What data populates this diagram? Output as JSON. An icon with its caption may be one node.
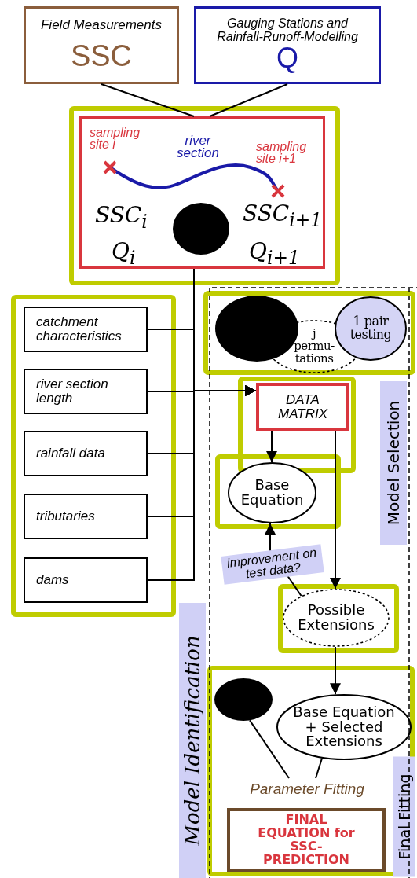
{
  "diagram": {
    "nodes": [
      {
        "text": [
          "Field Measurements",
          "SSC"
        ]
      },
      {
        "text": [
          "Gauging Stations and Rainfall-Runoff-Modelling",
          "Q"
        ]
      },
      {
        "text": [],
        "shape": "box"
      },
      {
        "text": [
          "sampling site i",
          "river section",
          "sampling site i+1",
          "SSC$_{i}$",
          "Q$_{i}$",
          "SSC$_{i+1}$",
          "Q$_{i+1}$"
        ],
        "in": 2
      },
      {
        "text": [],
        "shape": "circle",
        "in": 3
      },
      {
        "text": [],
        "shape": "box"
      },
      {
        "text": [
          "catchment characteristics"
        ],
        "in": 5
      },
      {
        "text": [
          "river section length"
        ],
        "in": 5
      },
      {
        "text": [
          "rainfall data"
        ],
        "in": 5
      },
      {
        "text": [
          "tributaries"
        ],
        "in": 5
      },
      {
        "text": [
          "dams"
        ],
        "in": 5
      },
      {
        "text": [],
        "shape": "box"
      },
      {
        "text": [],
        "shape": "circle",
        "in": 11
      },
      {
        "text": [
          "j permu- tations"
        ],
        "in": 11
      },
      {
        "text": [
          "1 pair testing"
        ],
        "in": 11
      },
      {
        "text": [],
        "shape": "box"
      },
      {
        "text": [
          "DATA MATRIX"
        ],
        "in": 15
      },
      {
        "text": [],
        "shape": "box"
      },
      {
        "text": [
          "Base Equation"
        ],
        "in": 17
      },
      {
        "text": [],
        "shape": "box"
      },
      {
        "text": [
          "Possible Extensions"
        ],
        "in": 19
      },
      {
        "text": [],
        "shape": "box"
      },
      {
        "text": [],
        "shape": "circle",
        "in": 21
      },
      {
        "text": [
          "Base Equation + Selected Extensions"
        ],
        "in": 21
      },
      {
        "text": [
          "Parameter Fitting"
        ],
        "in": 21
      },
      {
        "text": [
          "FINAL EQUATION for SSC-PREDICTION"
        ],
        "in": 21
      }
    ],
    "edges": [
      {
        "from": 0,
        "to": 3,
        "arrow": "none"
      },
      {
        "from": 1,
        "to": 3,
        "arrow": "none"
      },
      {
        "from": 3,
        "to": 16,
        "arrow": "to"
      },
      {
        "from": 6,
        "to": 16,
        "arrow": "to"
      },
      {
        "from": 7,
        "to": 16,
        "arrow": "to"
      },
      {
        "from": 8,
        "to": 16,
        "arrow": "to"
      },
      {
        "from": 9,
        "to": 16,
        "arrow": "to"
      },
      {
        "from": 10,
        "to": 16,
        "arrow": "to"
      },
      {
        "from": 16,
        "to": 18,
        "arrow": "to"
      },
      {
        "from": 16,
        "to": 20,
        "arrow": "to"
      },
      {
        "from": 20,
        "to": 18,
        "arrow": "to",
        "label": "improvement on test data?"
      },
      {
        "from": 20,
        "to": 23,
        "arrow": "to"
      },
      {
        "from": 22,
        "to": 24,
        "arrow": "none"
      },
      {
        "from": 23,
        "to": 24,
        "arrow": "none"
      }
    ],
    "labels": [
      "Model Selection",
      "Model Identification",
      "Final Fitting"
    ]
  }
}
